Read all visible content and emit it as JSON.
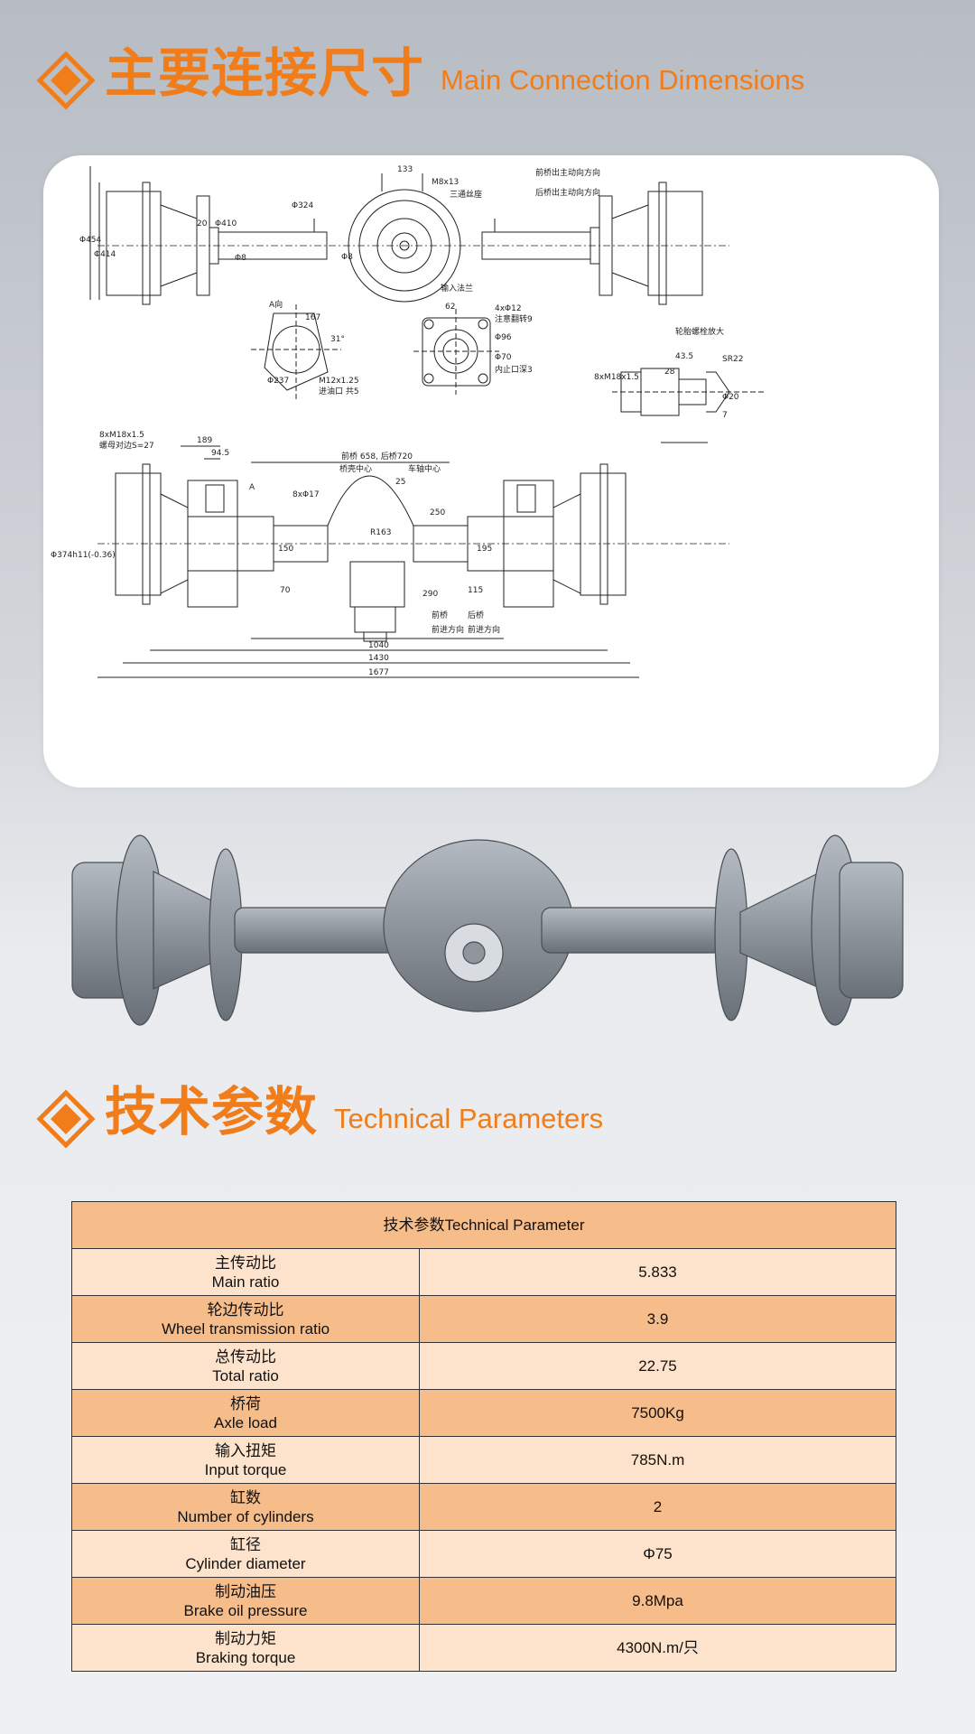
{
  "section1": {
    "title_cn": "主要连接尺寸",
    "title_en": "Main Connection Dimensions"
  },
  "drawing": {
    "top_labels": [
      "Φ324",
      "133",
      "M8x13",
      "Φ454",
      "Φ414",
      "Φ410",
      "Φ8",
      "20",
      "Φ8"
    ],
    "note_front": "前桥出主动向方向",
    "note_rear": "后桥出主动向方向",
    "note_mid": "三通丝座",
    "view_a": "A向",
    "detail_a": [
      "167",
      "Φ237",
      "31°",
      "M12x1.25",
      "进油口 共5"
    ],
    "input_flange_title": "输入法兰",
    "input_flange": [
      "4xΦ12",
      "注意翻转9",
      "62",
      "Φ96",
      "Φ70",
      "内止口深3"
    ],
    "wheel_bolt_title": "轮胎螺栓放大",
    "wheel_bolt": [
      "8xM18x1.5",
      "43.5",
      "28",
      "SR22",
      "Φ20",
      "7"
    ],
    "bottom_labels": [
      "8xM18x1.5",
      "螺母对边S=27",
      "189",
      "94.5",
      "前桥 658, 后桥720",
      "桥壳中心",
      "车轴中心",
      "25",
      "8xΦ17",
      "A",
      "250",
      "R163",
      "Φ374h11(-0.36)",
      "150",
      "195",
      "70",
      "115",
      "290",
      "前桥",
      "后桥",
      "前进方向",
      "前进方向",
      "1040",
      "1430",
      "1677"
    ]
  },
  "section2": {
    "title_cn": "技术参数",
    "title_en": "Technical Parameters"
  },
  "table": {
    "header": "技术参数Technical Parameter",
    "rows": [
      {
        "cn": "主传动比",
        "en": "Main ratio",
        "value": "5.833"
      },
      {
        "cn": "轮边传动比",
        "en": "Wheel transmission ratio",
        "value": "3.9"
      },
      {
        "cn": "总传动比",
        "en": "Total ratio",
        "value": "22.75"
      },
      {
        "cn": "桥荷",
        "en": "Axle load",
        "value": "7500Kg"
      },
      {
        "cn": "输入扭矩",
        "en": "Input torque",
        "value": "785N.m"
      },
      {
        "cn": "缸数",
        "en": "Number of cylinders",
        "value": "2"
      },
      {
        "cn": "缸径",
        "en": "Cylinder diameter",
        "value": "Φ75"
      },
      {
        "cn": "制动油压",
        "en": "Brake oil pressure",
        "value": "9.8Mpa"
      },
      {
        "cn": "制动力矩",
        "en": "Braking torque",
        "value": "4300N.m/只"
      }
    ]
  },
  "colors": {
    "accent": "#f07d19",
    "row_light": "#fde3cc",
    "row_dark": "#f6bd8a",
    "axle_grey": "#9aa0a8"
  }
}
